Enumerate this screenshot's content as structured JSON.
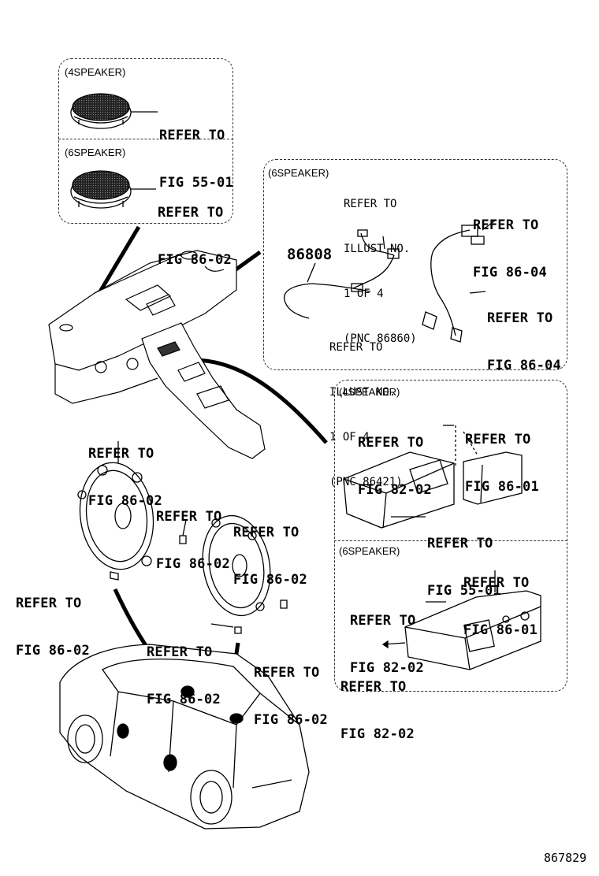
{
  "diagram_id": "867829",
  "part_number": "86808",
  "panels": {
    "tweeter_4": {
      "title": "(4SPEAKER)",
      "ref_line1": "REFER TO",
      "ref_line2": "FIG 55-01"
    },
    "tweeter_6": {
      "title": "(6SPEAKER)",
      "ref_line1": "REFER TO",
      "ref_line2": "FIG 86-02"
    },
    "harness": {
      "title": "(6SPEAKER)",
      "illust_a": [
        "REFER TO",
        "ILLUST NO.",
        "1 OF 4",
        "(PNC 86860)"
      ],
      "illust_b": [
        "REFER TO",
        "ILLUST NO.",
        "1 OF 4",
        "(PNC 86421)"
      ],
      "ref_top_right": [
        "REFER TO",
        "FIG 86-04"
      ],
      "ref_mid_right": [
        "REFER TO",
        "FIG 86-04"
      ]
    },
    "jack_4": {
      "title": "(4SPEAKER)",
      "ref_a": [
        "REFER TO",
        "FIG 82-02"
      ],
      "ref_b": [
        "REFER TO",
        "FIG 86-01"
      ],
      "ref_c": [
        "REFER TO",
        "FIG 55-01"
      ]
    },
    "jack_6": {
      "title": "(6SPEAKER)",
      "ref_a": [
        "REFER TO",
        "FIG 86-01"
      ],
      "ref_b": [
        "REFER TO",
        "FIG 82-02"
      ],
      "ref_c": [
        "REFER TO",
        "FIG 82-02"
      ]
    }
  },
  "speaker_refs": {
    "front_speaker": [
      "REFER TO",
      "FIG 86-02"
    ],
    "front_screw": [
      "REFER TO",
      "FIG 86-02"
    ],
    "rear_speaker": [
      "REFER TO",
      "FIG 86-02"
    ],
    "left_screw": [
      "REFER TO",
      "FIG 86-02"
    ],
    "rear_screw": [
      "REFER TO",
      "FIG 86-02"
    ],
    "rear_screw2": [
      "REFER TO",
      "FIG 86-02"
    ]
  }
}
